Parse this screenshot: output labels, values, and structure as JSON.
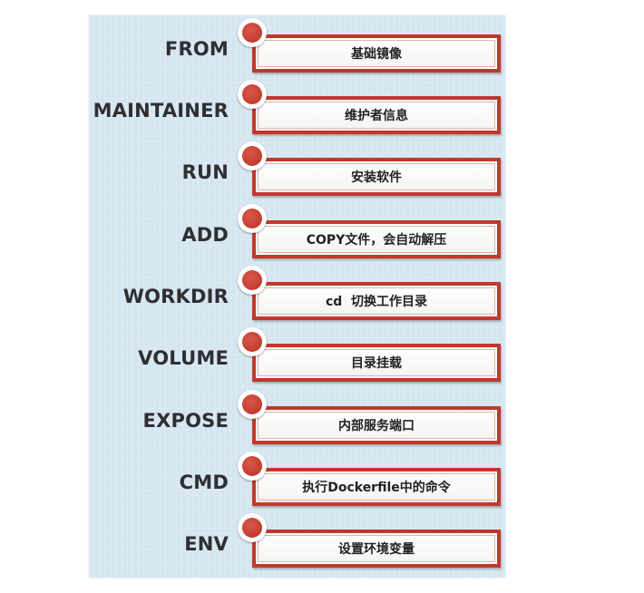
{
  "colors": {
    "panel_background": "#d5e6f1",
    "box_border": "#c0392b",
    "dot": "#c0392b",
    "keyword_text": "#2f2f33"
  },
  "instructions": [
    {
      "keyword": "FROM",
      "description": "基础镜像"
    },
    {
      "keyword": "MAINTAINER",
      "description": "维护者信息"
    },
    {
      "keyword": "RUN",
      "description": "安装软件"
    },
    {
      "keyword": "ADD",
      "description": "COPY文件，会自动解压"
    },
    {
      "keyword": "WORKDIR",
      "description": "cd  切换工作目录"
    },
    {
      "keyword": "VOLUME",
      "description": "目录挂载"
    },
    {
      "keyword": "EXPOSE",
      "description": "内部服务端口"
    },
    {
      "keyword": "CMD",
      "description": "执行Dockerfile中的命令"
    },
    {
      "keyword": "ENV",
      "description": "设置环境变量"
    }
  ]
}
